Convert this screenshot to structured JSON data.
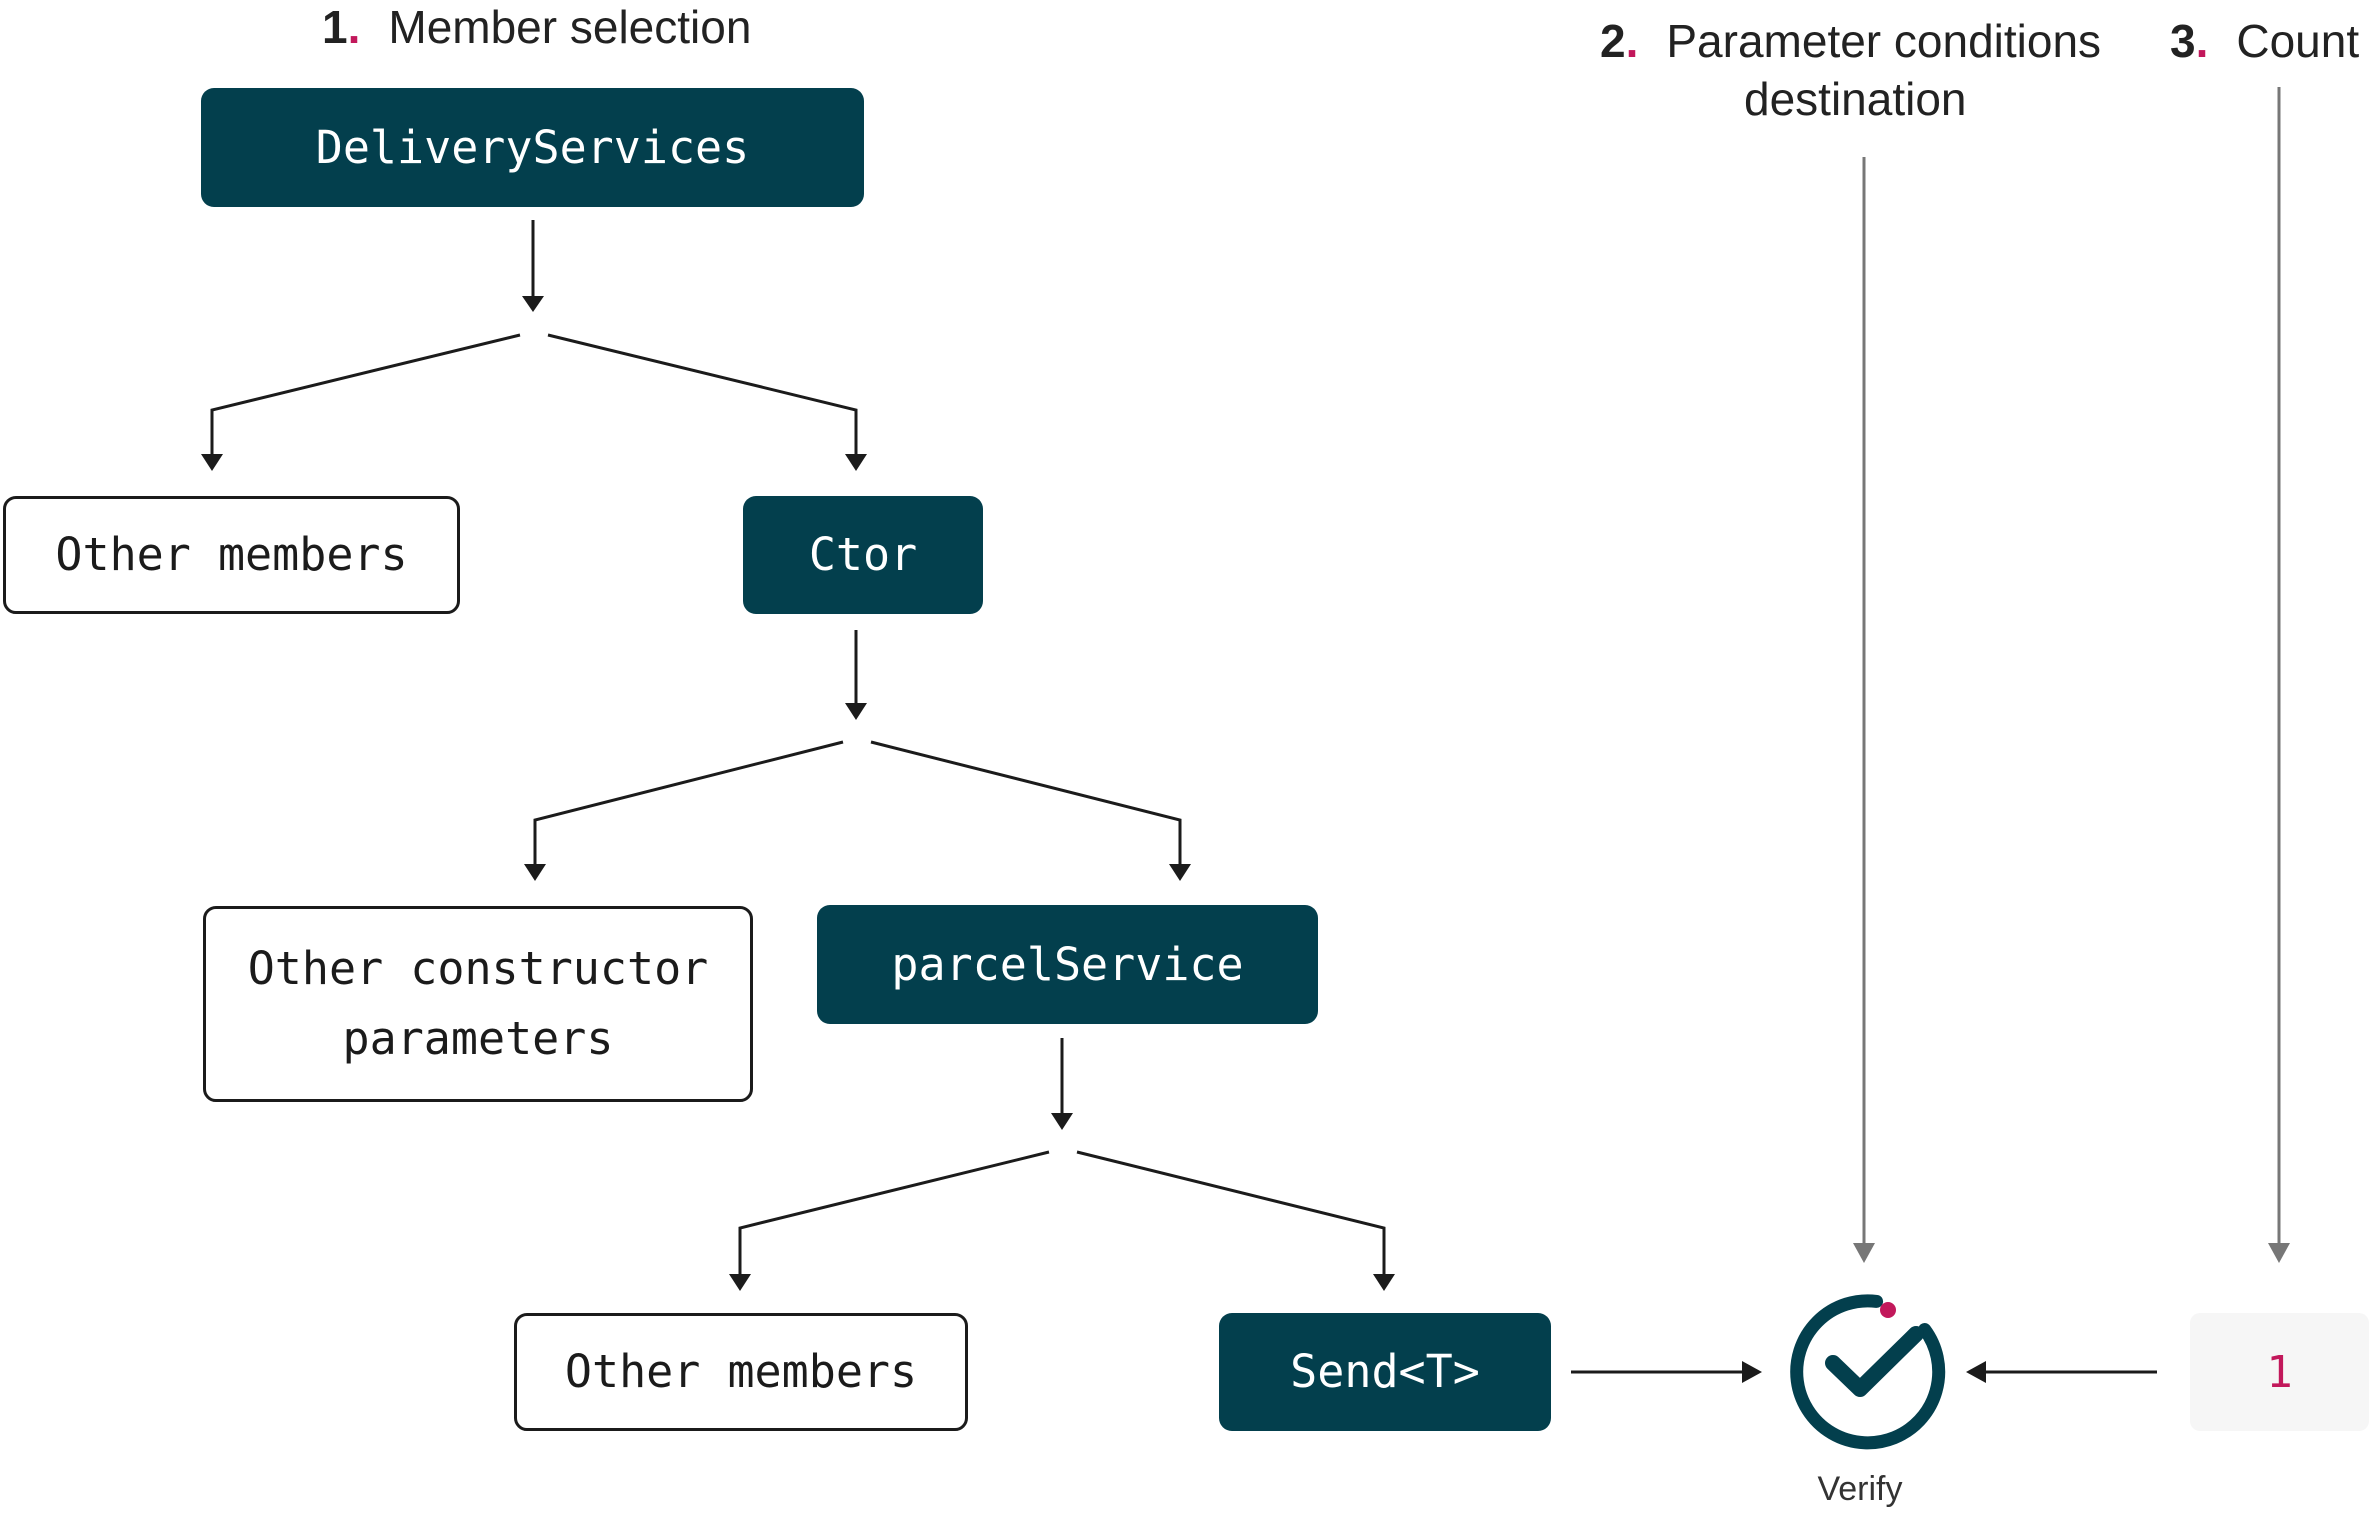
{
  "headings": {
    "member_selection": {
      "num": "1",
      "dot": ".",
      "text": "Member selection"
    },
    "parameter_conditions": {
      "num": "2",
      "dot": ".",
      "line1": "Parameter conditions",
      "line2": "destination"
    },
    "count": {
      "num": "3",
      "dot": ".",
      "text": "Count"
    }
  },
  "nodes": {
    "delivery_services": "DeliveryServices",
    "other_members_1": "Other members",
    "ctor": "Ctor",
    "other_constructor_params_line1": "Other constructor",
    "other_constructor_params_line2": "parameters",
    "parcel_service": "parcelService",
    "other_members_2": "Other members",
    "send_t": "Send<T>"
  },
  "verify": {
    "label": "Verify",
    "icon": "check-circle-icon"
  },
  "count_value": "1",
  "colors": {
    "node_dark": "#033f4d",
    "accent": "#c2185b",
    "arrow": "#1b1b1b",
    "arrow_gray": "#777777"
  }
}
